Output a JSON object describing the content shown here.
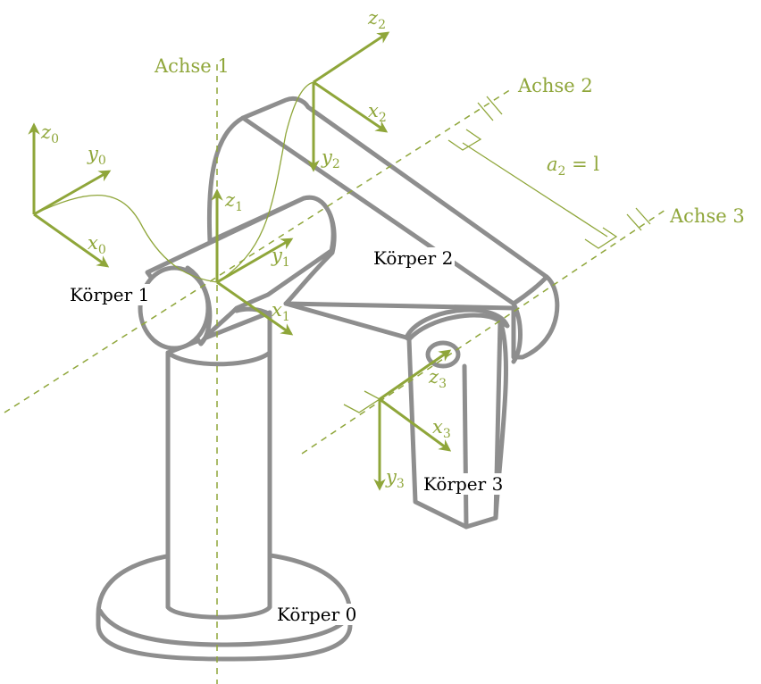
{
  "colors": {
    "frame": "#8fa63a",
    "body": "#8e8e8e"
  },
  "axes": {
    "axis1": "Achse 1",
    "axis2": "Achse 2",
    "axis3": "Achse 3"
  },
  "bodies": {
    "b0": "Körper 0",
    "b1": "Körper 1",
    "b2": "Körper 2",
    "b3": "Körper 3"
  },
  "frames": [
    {
      "x": "x",
      "y": "y",
      "z": "z",
      "idx": "0"
    },
    {
      "x": "x",
      "y": "y",
      "z": "z",
      "idx": "1"
    },
    {
      "x": "x",
      "y": "y",
      "z": "z",
      "idx": "2"
    },
    {
      "x": "x",
      "y": "y",
      "z": "z",
      "idx": "3"
    }
  ],
  "dimension": {
    "symbol": "a",
    "idx": "2",
    "rhs": "= l"
  }
}
